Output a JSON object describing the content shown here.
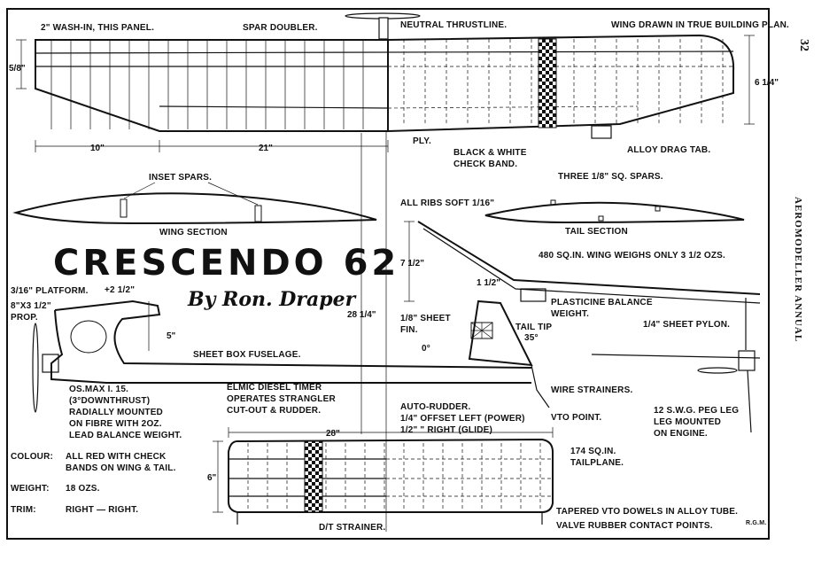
{
  "page_number": "32",
  "side_title": "AEROMODELLER ANNUAL",
  "title": "CRESCENDO 62",
  "byline": "By Ron. Draper",
  "wing": {
    "washin": "2\" WASH-IN, THIS PANEL.",
    "spar_doubler": "SPAR DOUBLER.",
    "neutral_thrustline": "NEUTRAL THRUSTLINE.",
    "true_plan": "WING DRAWN IN TRUE BUILDING PLAN.",
    "dim_left_height": "5/8\"",
    "dim_right_height": "6 1/4\"",
    "dim_span_1": "10\"",
    "dim_span_2": "21\"",
    "ply": "PLY.",
    "check_band_1": "BLACK & WHITE",
    "check_band_2": "CHECK BAND.",
    "drag_tab": "ALLOY DRAG TAB."
  },
  "wing_section": {
    "inset_spars": "INSET SPARS.",
    "caption": "WING SECTION"
  },
  "ribs_note": "ALL RIBS SOFT 1/16\"",
  "tail_section": {
    "spars": "THREE 1/8\" SQ. SPARS.",
    "caption": "TAIL SECTION"
  },
  "front_view": {
    "dim_dihedral": "7 1/2\"",
    "dim_tip": "1 1/2\"",
    "wing_area": "480 SQ.IN. WING WEIGHS ONLY 3 1/2 OZS.",
    "plasticine_1": "PLASTICINE BALANCE",
    "plasticine_2": "WEIGHT.",
    "pylon": "1/4\" SHEET PYLON."
  },
  "fuselage": {
    "platform": "3/16\" PLATFORM.",
    "plus": "+2 1/2\"",
    "prop_1": "8\"X3 1/2\"",
    "prop_2": "PROP.",
    "dim_pylon": "5\"",
    "dim_length": "28 1/4\"",
    "sheet_fin_1": "1/8\" SHEET",
    "sheet_fin_2": "FIN.",
    "zero_deg": "0°",
    "tail_tip_1": "TAIL TIP",
    "tail_tip_2": "35°",
    "box": "SHEET BOX FUSELAGE.",
    "engine_1": "OS.MAX I. 15.",
    "engine_2": "(3°DOWNTHRUST)",
    "engine_3": "RADIALLY MOUNTED",
    "engine_4": "ON FIBRE WITH 2OZ.",
    "engine_5": "LEAD BALANCE WEIGHT.",
    "timer_1": "ELMIC DIESEL TIMER",
    "timer_2": "OPERATES STRANGLER",
    "timer_3": "CUT-OUT & RUDDER.",
    "wire": "WIRE STRAINERS.",
    "auto_1": "AUTO-RUDDER.",
    "auto_2": "1/4\" OFFSET LEFT (POWER)",
    "auto_3": "1/2\"   \"      RIGHT (GLIDE)",
    "vto": "VTO POINT.",
    "peg_1": "12 S.W.G. PEG LEG",
    "peg_2": "LEG MOUNTED",
    "peg_3": "ON ENGINE."
  },
  "specs": {
    "colour_label": "COLOUR:",
    "colour_1": "ALL RED WITH CHECK",
    "colour_2": "BANDS ON WING & TAIL.",
    "weight_label": "WEIGHT:",
    "weight_value": "18 OZS.",
    "trim_label": "TRIM:",
    "trim_value": "RIGHT — RIGHT."
  },
  "tailplane": {
    "dim_span": "28\"",
    "dim_chord": "6\"",
    "area_1": "174 SQ.IN.",
    "area_2": "TAILPLANE.",
    "dt": "D/T STRAINER.",
    "dowels": "TAPERED VTO DOWELS IN ALLOY TUBE.",
    "rubber": "VALVE RUBBER CONTACT POINTS."
  },
  "signature": "R.G.M."
}
